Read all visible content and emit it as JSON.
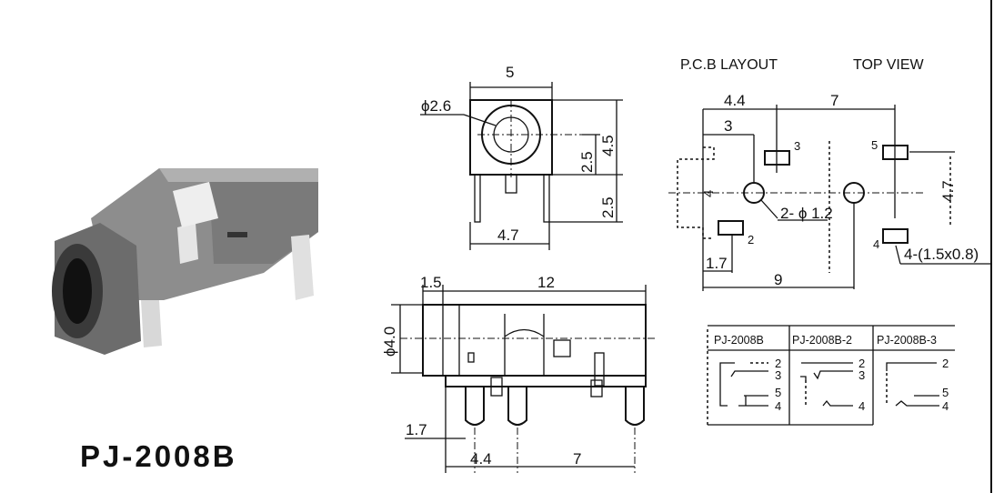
{
  "product": {
    "model": "PJ-2008B"
  },
  "front_view": {
    "width": "5",
    "hole": "ϕ2.6",
    "height": "4.5",
    "center_height": "2.5",
    "pin_length": "2.5",
    "pin_span": "4.7"
  },
  "side_view": {
    "front_len": "1.5",
    "length": "12",
    "diameter": "ϕ4.0",
    "pin_offset": "1.7",
    "pin_pitch_a": "4.4",
    "pin_pitch_b": "7"
  },
  "pcb_layout": {
    "title": "P.C.B LAYOUT",
    "view": "TOP VIEW",
    "dim_44": "4.4",
    "dim_7": "7",
    "dim_3": "3",
    "dim_4": "4",
    "dim_47": "4.7",
    "holes": "2- ϕ 1.2",
    "pads": "4-(1.5x0.8)",
    "dim_17": "1.7",
    "dim_9": "9",
    "pin_labels": [
      "3",
      "5",
      "2",
      "4"
    ]
  },
  "schematic_table": {
    "headers": [
      "PJ-2008B",
      "PJ-2008B-2",
      "PJ-2008B-3"
    ],
    "pins": [
      "2",
      "3",
      "5",
      "4"
    ]
  }
}
